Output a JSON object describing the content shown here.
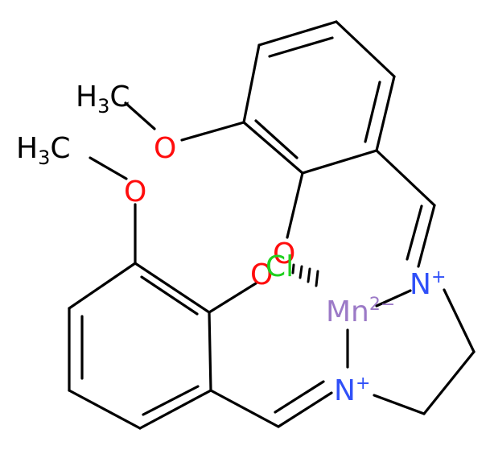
{
  "molecule": {
    "labels": {
      "methyl_top": {
        "main": "H",
        "sub": "3",
        "tail": "C"
      },
      "methyl_left": {
        "main": "H",
        "sub": "3",
        "tail": "C"
      },
      "oxygen_top": "O",
      "oxygen_left": "O",
      "oxygen_upper_ring": "O",
      "oxygen_lower_ring": "O",
      "chloride": "Cl",
      "metal": "Mn",
      "metal_charge": "2−",
      "nitrogen_top": "N",
      "nitrogen_top_charge": "+",
      "nitrogen_bottom": "N",
      "nitrogen_bottom_charge": "+"
    },
    "colors": {
      "bond": "#000000",
      "oxygen": "#ff0d0d",
      "chlorine": "#1fd01f",
      "manganese": "#9c7ac7",
      "nitrogen": "#3050f8",
      "carbon": "#000000"
    }
  }
}
